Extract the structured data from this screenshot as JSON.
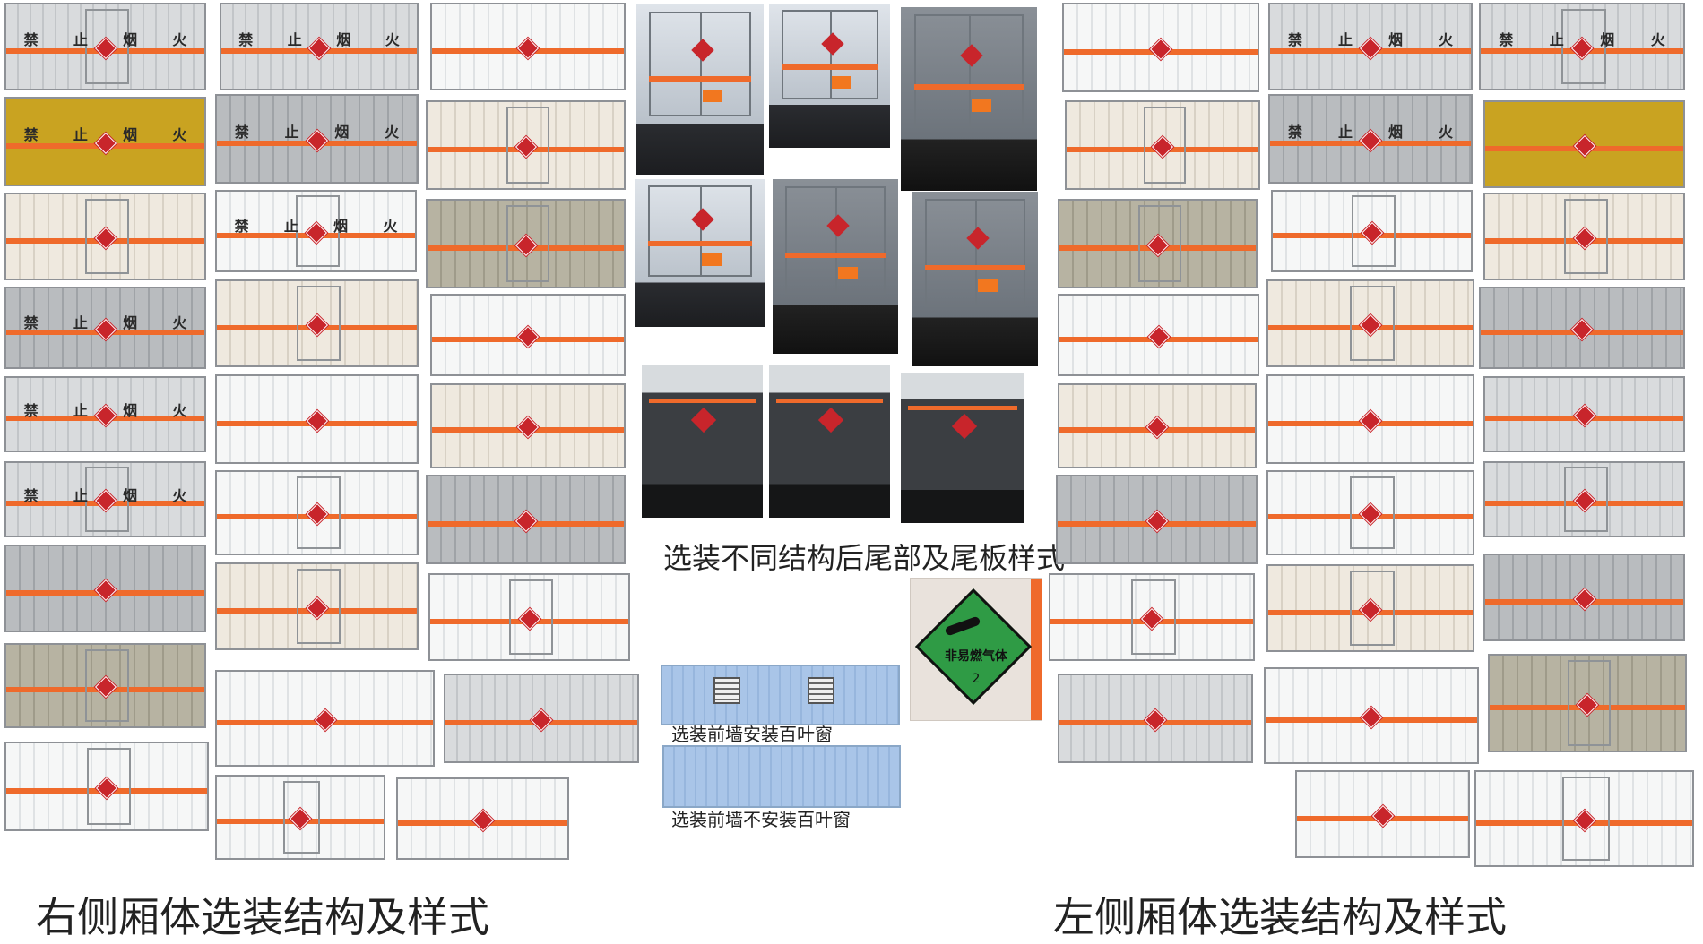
{
  "captions": {
    "rear_options": "选装不同结构后尾部及尾板样式",
    "louver_yes": "选装前墙安装百叶窗",
    "louver_no": "选装前墙不安装百叶窗",
    "right_side": "右侧厢体选装结构及样式",
    "left_side": "左侧厢体选装结构及样式"
  },
  "panel_text": {
    "warning_chars": [
      "禁",
      "止",
      "烟",
      "火"
    ]
  },
  "hazard_sign": {
    "label": "非易燃气体",
    "class_number": "2",
    "color": "#2f9b45",
    "icon": "gas-cylinder-icon"
  },
  "colors": {
    "stripe": "#ef6a2b",
    "hazard_diamond": "#c8252b"
  }
}
